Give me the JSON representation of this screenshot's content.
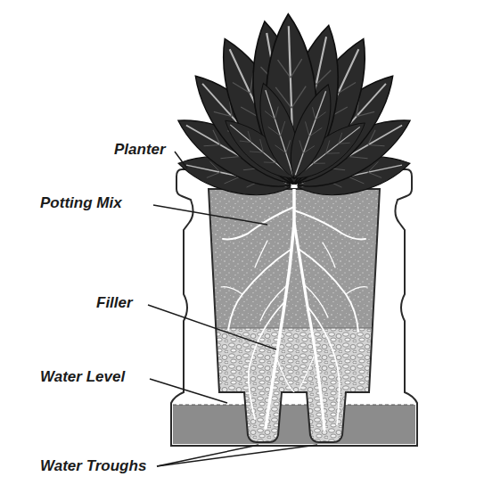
{
  "diagram": {
    "labels": [
      "Planter",
      "Potting Mix",
      "Filler",
      "Water Level",
      "Water Troughs"
    ]
  }
}
